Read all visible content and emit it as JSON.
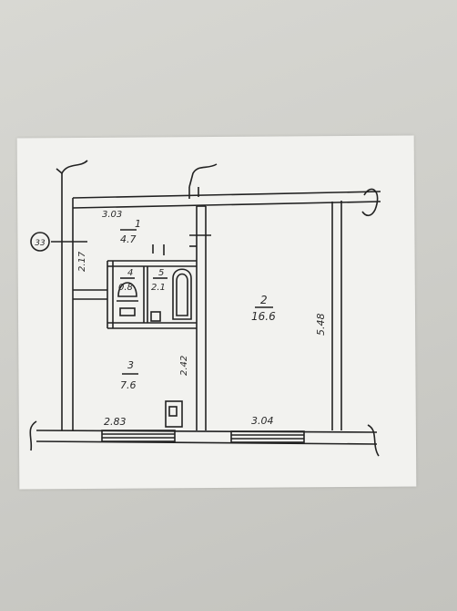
{
  "plan": {
    "marker": "33",
    "rooms": [
      {
        "number": "1",
        "area": "4.7"
      },
      {
        "number": "2",
        "area": "16.6"
      },
      {
        "number": "3",
        "area": "7.6"
      },
      {
        "number": "4",
        "area": "0.8"
      },
      {
        "number": "5",
        "area": "2.1"
      }
    ],
    "dimensions": [
      "3.03",
      "2.17",
      "2.42",
      "2.83",
      "3.04",
      "5.48"
    ]
  }
}
